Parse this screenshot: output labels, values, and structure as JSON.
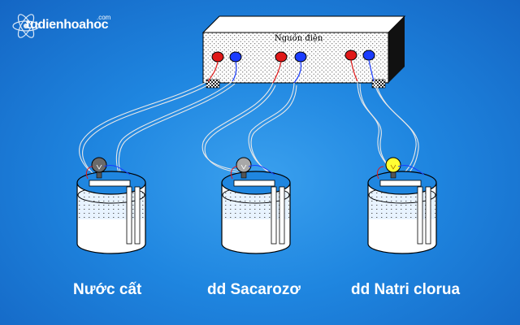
{
  "logo": {
    "text": "tudienhoahoc",
    "suffix": ".com"
  },
  "power_source": {
    "label": "Nguồn điện"
  },
  "beakers": [
    {
      "label": "Nước cất",
      "bulb_color": "#6a6a6a",
      "bulb_state": "off"
    },
    {
      "label": "dd Sacarozơ",
      "bulb_color": "#a8a8a8",
      "bulb_state": "off"
    },
    {
      "label": "dd Natri clorua",
      "bulb_color": "#ffff33",
      "bulb_state": "on"
    }
  ],
  "colors": {
    "background": "#1f86e0",
    "terminal_red": "#e01818",
    "terminal_blue": "#1a3cff",
    "label": "#ffffff"
  }
}
